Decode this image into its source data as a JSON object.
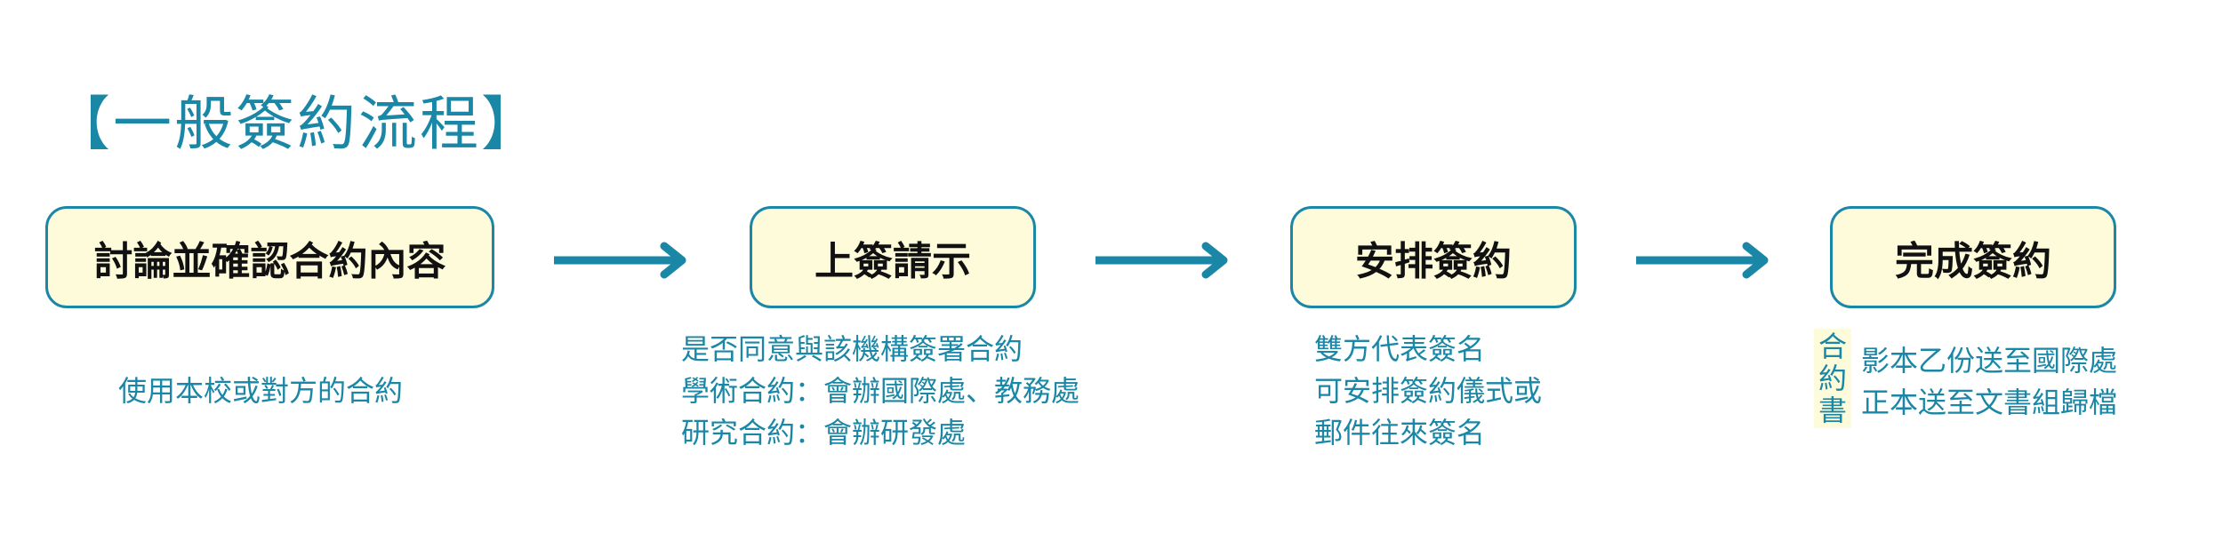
{
  "title": "【一般簽約流程】",
  "steps": [
    {
      "label": "討論並確認合約內容"
    },
    {
      "label": "上簽請示"
    },
    {
      "label": "安排簽約"
    },
    {
      "label": "完成簽約"
    }
  ],
  "notes": [
    {
      "lines": [
        "使用本校或對方的合約"
      ]
    },
    {
      "lines": [
        "是否同意與該機構簽署合約",
        "學術合約：會辦國際處、教務處",
        "研究合約：會辦研發處"
      ]
    },
    {
      "lines": [
        "雙方代表簽名",
        "可安排簽約儀式或",
        "郵件往來簽名"
      ]
    },
    {
      "lines": [
        "影本乙份送至國際處",
        "正本送至文書組歸檔"
      ]
    }
  ],
  "tag": {
    "chars": [
      "合",
      "約",
      "書"
    ]
  },
  "colors": {
    "accent": "#1a87a6",
    "box_fill": "#fdfbd9",
    "box_text": "#111111"
  }
}
